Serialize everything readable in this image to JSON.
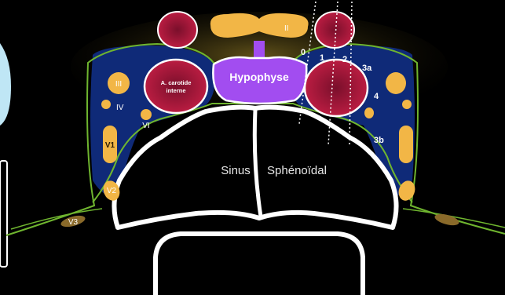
{
  "labels": {
    "optic_nerve": "II",
    "pituitary": "Hypophyse",
    "carotid_line1": "A. carotide",
    "carotid_line2": "interne",
    "nerve_III": "III",
    "nerve_IV": "IV",
    "nerve_VI": "VI",
    "nerve_V1": "V1",
    "nerve_V2": "V2",
    "nerve_V3": "V3",
    "sinus_word1": "Sinus",
    "sinus_word2": "Sphénoïdal"
  },
  "knosp_grades": [
    "0",
    "1",
    "2",
    "3a",
    "4",
    "3b"
  ],
  "colors": {
    "background": "#000000",
    "cavernous_sinus": "#0f2a78",
    "carotid": "#b01a3c",
    "pituitary": "#a24df0",
    "nerve": "#f2b646",
    "dura_line": "#6fb52f",
    "bone_outline": "#ffffff",
    "side_panel": "#bfe6f5"
  }
}
